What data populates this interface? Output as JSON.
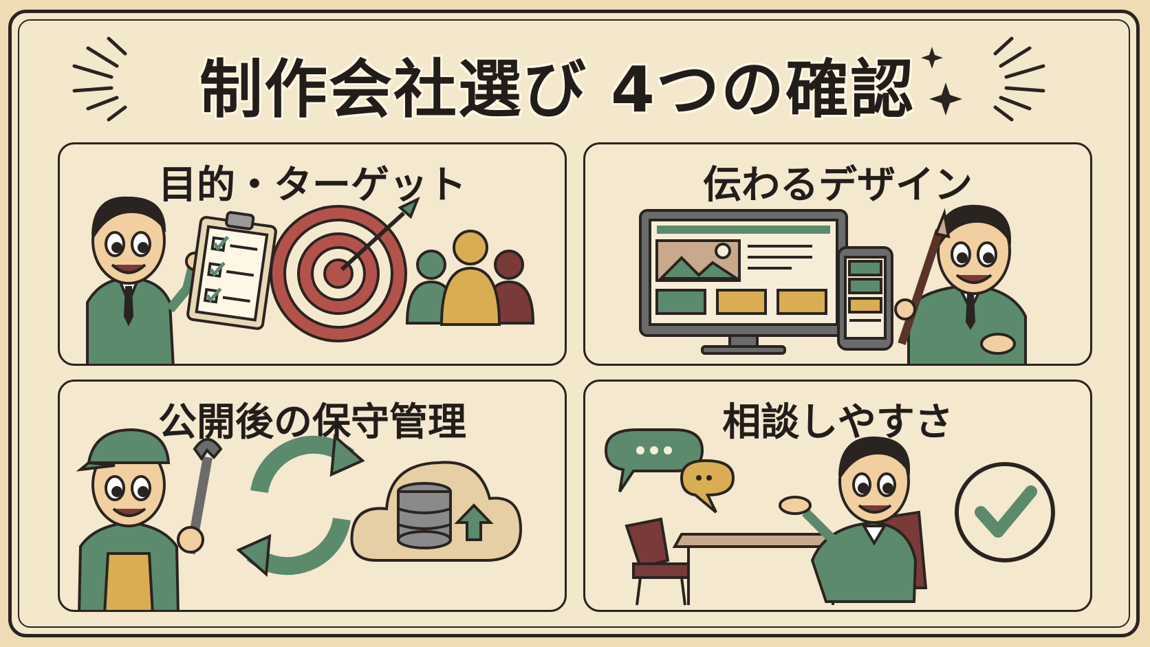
{
  "title": "制作会社選び 4つの確認",
  "panels": [
    {
      "title": "目的・ターゲット",
      "icons": [
        "businessman-pointing",
        "checklist-clipboard-icon",
        "target-arrow-icon",
        "audience-group-icon"
      ]
    },
    {
      "title": "伝わるデザイン",
      "icons": [
        "desktop-monitor-icon",
        "smartphone-icon",
        "businessman-paintbrush"
      ]
    },
    {
      "title": "公開後の保守管理",
      "icons": [
        "worker-wrench",
        "refresh-cycle-icon",
        "cloud-database-upload-icon"
      ]
    },
    {
      "title": "相談しやすさ",
      "icons": [
        "speech-bubble-icon",
        "meeting-table-chairs",
        "businessman-seated",
        "checkmark-circle-icon"
      ]
    }
  ],
  "colors": {
    "background": "#efdcb4",
    "ink": "#2a2420",
    "green": "#5b8a6c",
    "mustard": "#d9ad52",
    "maroon": "#7a3a3a",
    "red": "#b3524b"
  }
}
